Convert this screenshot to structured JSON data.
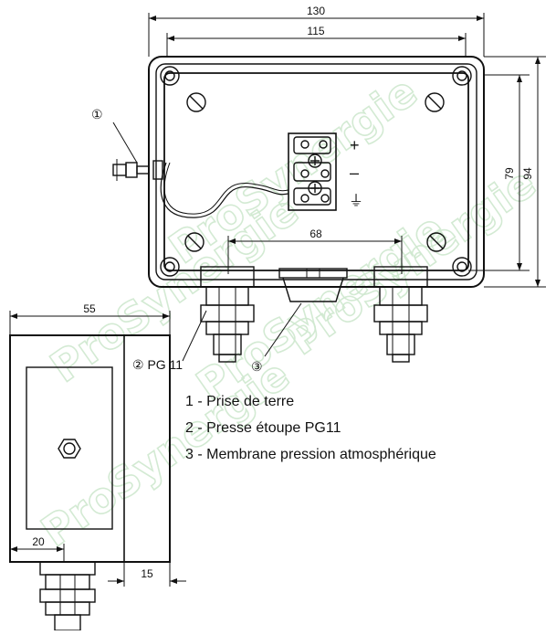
{
  "dimensions": {
    "total_width": "130",
    "inner_width": "115",
    "total_height": "94",
    "inner_height": "79",
    "gland_spacing": "68",
    "side_width": "55",
    "side_offset": "20",
    "side_depth": "15"
  },
  "callouts": {
    "c1": "①",
    "c2": "② PG 11",
    "c3": "③"
  },
  "terminal_marks": {
    "plus": "+",
    "minus": "–",
    "ground": "⏚"
  },
  "legend": [
    "1 - Prise de terre",
    "2 - Presse étoupe PG11",
    "3 - Membrane pression atmosphérique"
  ],
  "watermark": "ProSynergie"
}
